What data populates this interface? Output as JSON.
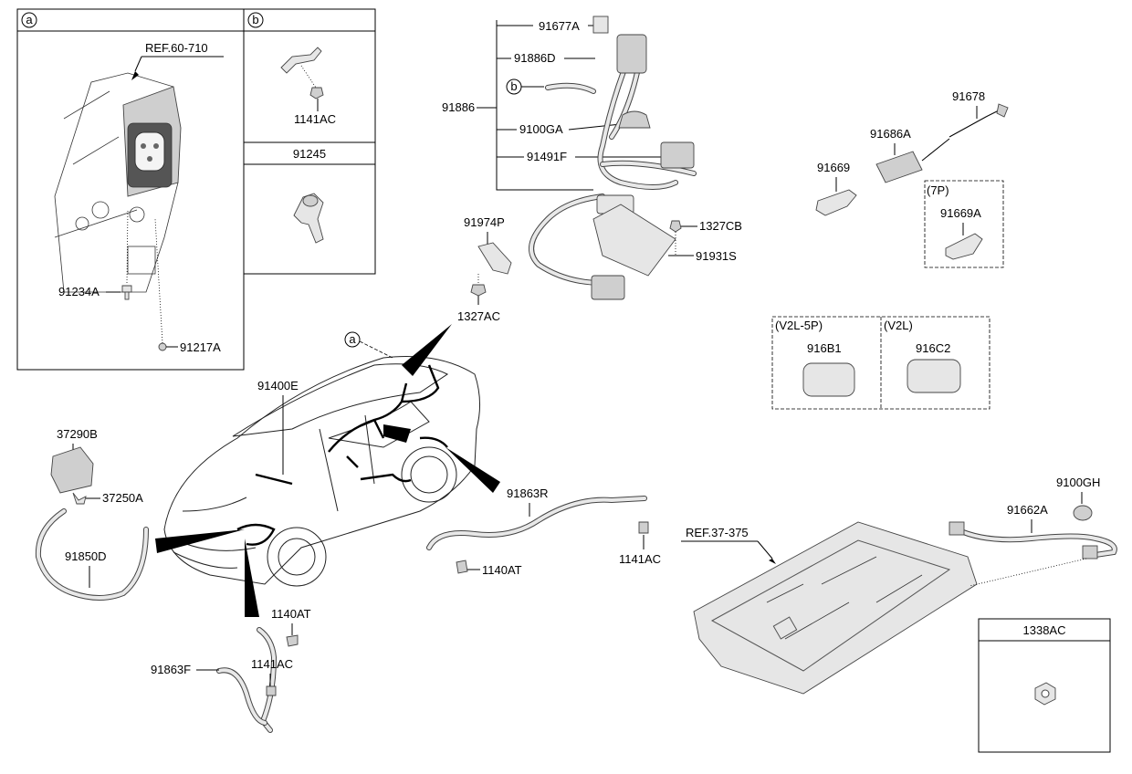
{
  "panels": {
    "a": {
      "marker": "a",
      "ref": "REF.60-710",
      "bolt": "91234A",
      "grommet": "91217A"
    },
    "b": {
      "marker": "b",
      "screw": "1141AC"
    },
    "p91245": {
      "title": "91245"
    },
    "p1338AC": {
      "title": "1338AC"
    },
    "p7P": {
      "title": "(7P)",
      "part": "91669A"
    },
    "pV2L5P": {
      "title": "(V2L-5P)",
      "part": "916B1"
    },
    "pV2L": {
      "title": "(V2L)",
      "part": "916C2"
    }
  },
  "labels": {
    "l91677A": "91677A",
    "l91886D": "91886D",
    "l91886": "91886",
    "l9100GA": "9100GA",
    "l91491F": "91491F",
    "l91974P": "91974P",
    "l1327CB": "1327CB",
    "l91931S": "91931S",
    "l1327AC": "1327AC",
    "l91678": "91678",
    "l91686A": "91686A",
    "l91669": "91669",
    "l91400E": "91400E",
    "l37290B": "37290B",
    "l37250A": "37250A",
    "l91850D": "91850D",
    "l91863R": "91863R",
    "l1140AT_r": "1140AT",
    "l1141AC_r": "1141AC",
    "l1140AT_f": "1140AT",
    "l1141AC_f": "1141AC",
    "l91863F": "91863F",
    "lREF37": "REF.37-375",
    "l9100GH": "9100GH",
    "l91662A": "91662A",
    "circ_b": "b",
    "circ_a": "a"
  }
}
